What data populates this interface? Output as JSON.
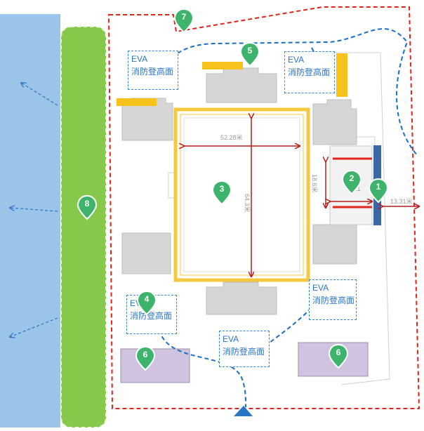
{
  "labels": {
    "eva_title": "EVA",
    "eva_sub": "消防登高面",
    "dim_width": "52.28米",
    "dim_height": "64.3米",
    "dim_gate_depth": "18.6米",
    "dim_gate_width": "20.1",
    "dim_setback": "13.31米"
  },
  "markers": [
    "1",
    "2",
    "3",
    "4",
    "5",
    "6",
    "6",
    "7",
    "8"
  ],
  "colors": {
    "boundary": "#e2231a",
    "fire_route": "#1a6fc4",
    "dimension": "#b81c1c",
    "marker": "#3db36b",
    "river": "#9ac5e8",
    "greenbelt": "#86c94a",
    "plaza_border": "#f5c842",
    "building": "#d8d8d8",
    "service_building": "#cfc3e0",
    "gate": "#3d66a8",
    "accent_bar": "#f7c21c"
  },
  "icons": [
    "north-entrance-arrow-icon",
    "location-pin-icon"
  ]
}
